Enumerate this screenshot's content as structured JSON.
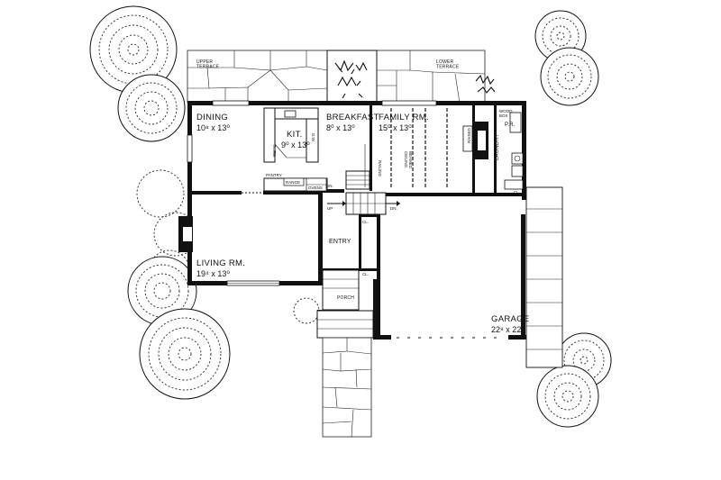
{
  "floor_plan": {
    "rooms": {
      "upper_terrace": "UPPER\nTERRACE",
      "lower_terrace": "LOWER\nTERRACE",
      "dining": {
        "name": "DINING",
        "dims": "10⁸ x 13⁰"
      },
      "kitchen": {
        "name": "KIT.",
        "dims": "9⁰ x 13⁰"
      },
      "breakfast": {
        "name": "BREAKFAST",
        "dims": "8⁰ x 13⁰"
      },
      "family": {
        "name": "FAMILY RM.",
        "dims": "15⁰ x 13⁰"
      },
      "living": {
        "name": "LIVING RM.",
        "dims": "19⁴ x 13⁰"
      },
      "entry": {
        "name": "ENTRY"
      },
      "porch": {
        "name": "PORCH"
      },
      "laundry": {
        "name": "LAUNDRY"
      },
      "powder": {
        "name": "P.R."
      },
      "garage": {
        "name": "GARAGE",
        "dims": "22⁸ x 22⁰"
      }
    },
    "fixtures": {
      "pantry": "PANTRY",
      "range": "RANGE",
      "ovens": "OVENS",
      "refrigerator": "REF'G",
      "dishwasher": "D.W.",
      "woodbox": "WOOD\nBOX",
      "raised_hearth": "RAISED\nHEARTH",
      "beamed_ceiling": "BEAMED\nCEILING",
      "railing": "RAILING",
      "dn": "DN.",
      "up": "UP",
      "closet1": "CL.",
      "closet2": "CL.",
      "closet3": "CL.",
      "closet4": "CL."
    }
  }
}
